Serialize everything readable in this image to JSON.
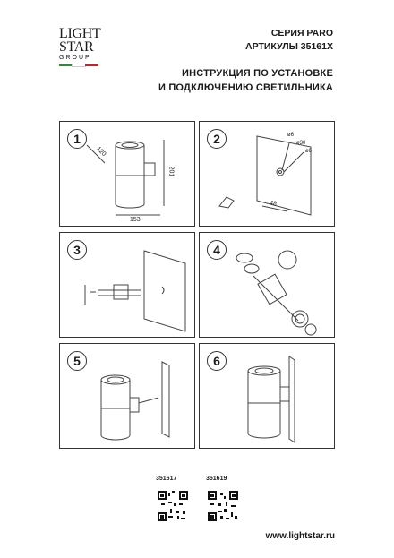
{
  "logo": {
    "line1": "LIGHT",
    "line2": "STAR",
    "line3": "GROUP",
    "flag_colors": [
      "#2a8a3e",
      "#ffffff",
      "#c8202c"
    ]
  },
  "header": {
    "series": "СЕРИЯ PARO",
    "articles": "АРТИКУЛЫ 35161X",
    "instruction_line1": "ИНСТРУКЦИЯ ПО УСТАНОВКЕ",
    "instruction_line2": "И ПОДКЛЮЧЕНИЮ СВЕТИЛЬНИКА"
  },
  "steps": [
    {
      "number": "1",
      "dims": {
        "depth": "120",
        "height": "201",
        "width": "153"
      }
    },
    {
      "number": "2",
      "dims": {
        "d1": "ø6",
        "d2": "ø30",
        "d3": "ø6",
        "spacing": "48"
      }
    },
    {
      "number": "3"
    },
    {
      "number": "4"
    },
    {
      "number": "5"
    },
    {
      "number": "6"
    }
  ],
  "qr_codes": [
    {
      "article": "351617"
    },
    {
      "article": "351619"
    }
  ],
  "footer": {
    "url": "www.lightstar.ru"
  }
}
